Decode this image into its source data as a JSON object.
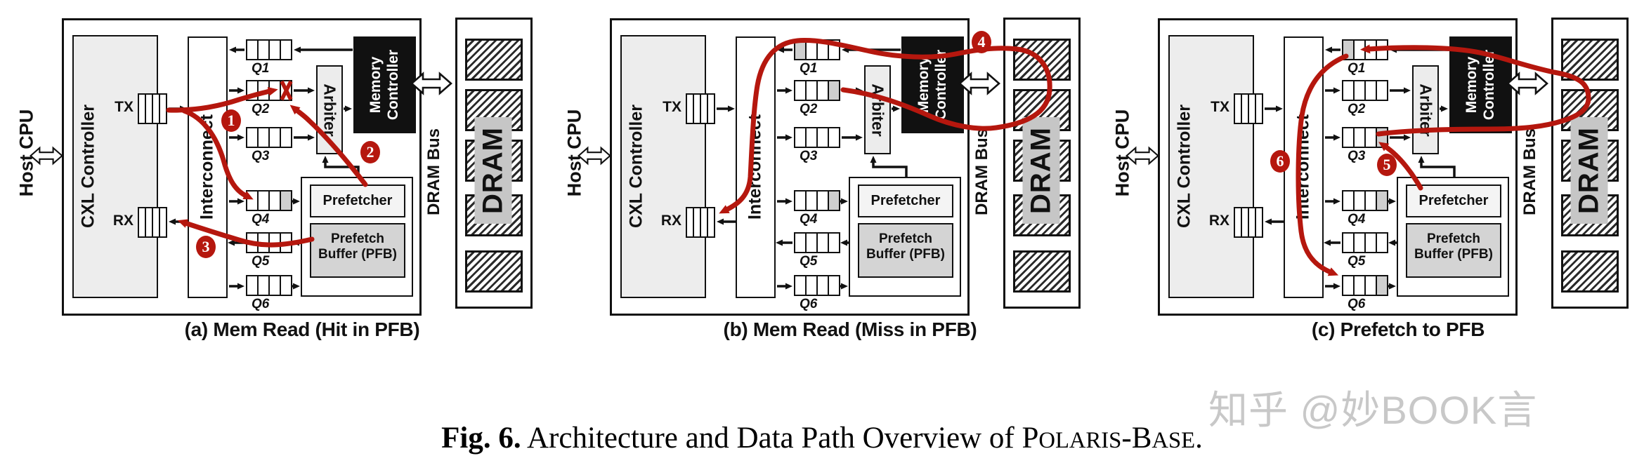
{
  "labels": {
    "host_cpu": "Host CPU",
    "cxl": "CXL Controller",
    "interconnect": "Interconnect",
    "tx": "TX",
    "rx": "RX",
    "arbiter": "Arbiter",
    "memory_line1": "Memory",
    "memory_line2": "Controller",
    "prefetcher": "Prefetcher",
    "pfb_line1": "Prefetch",
    "pfb_line2": "Buffer (PFB)",
    "dram_bus": "DRAM Bus",
    "dram": "DRAM"
  },
  "queues": {
    "q1": "Q1",
    "q2": "Q2",
    "q3": "Q3",
    "q4": "Q4",
    "q5": "Q5",
    "q6": "Q6"
  },
  "panels": [
    {
      "id": "a",
      "caption": "(a) Mem Read (Hit in PFB)",
      "badges": {
        "b1": "1",
        "b2": "2",
        "b3": "3"
      },
      "gray_cells": [
        [
          "q4",
          3
        ]
      ]
    },
    {
      "id": "b",
      "caption": "(b) Mem Read (Miss in PFB)",
      "badges": {
        "b1": "4"
      },
      "gray_cells": [
        [
          "q1",
          0
        ],
        [
          "q2",
          3
        ],
        [
          "q4",
          3
        ]
      ]
    },
    {
      "id": "c",
      "caption": "(c) Prefetch to PFB",
      "badges": {
        "b1": "5",
        "b2": "6"
      },
      "gray_cells": [
        [
          "q1",
          0
        ],
        [
          "q3",
          3
        ],
        [
          "q4",
          3
        ],
        [
          "q6",
          3
        ]
      ]
    }
  ],
  "figure_caption": {
    "label": "Fig. 6.",
    "body_before": " Architecture and Data Path Overview of ",
    "name1_cap": "P",
    "name1_sc": "OLARIS",
    "sep": "-",
    "name2_cap": "B",
    "name2_sc": "ASE",
    "end": "."
  },
  "watermark": "知乎 @妙BOOK言",
  "colors": {
    "accent_red": "#b5170e",
    "gray_cell": "#cfcfcf",
    "mc_black": "#111111"
  }
}
